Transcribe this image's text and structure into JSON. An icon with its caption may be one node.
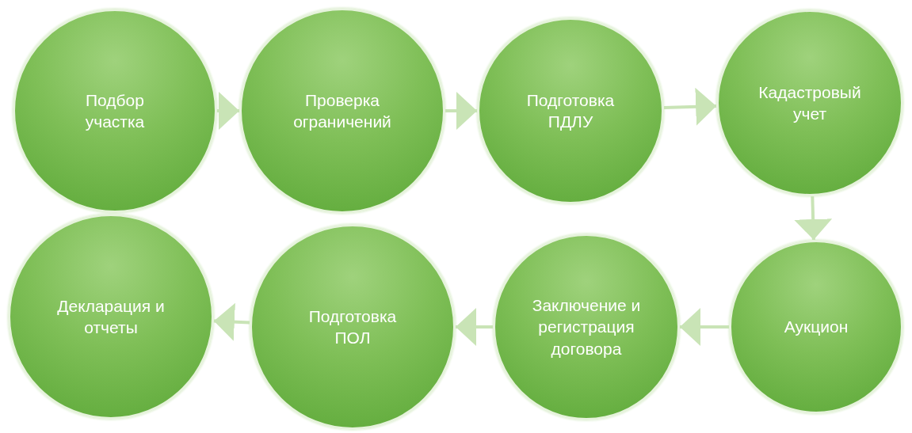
{
  "diagram": {
    "nodes": [
      {
        "text": [
          "Подбор участка"
        ]
      },
      {
        "text": [
          "Проверка ограничений"
        ]
      },
      {
        "text": [
          "Подготовка ПДЛУ"
        ]
      },
      {
        "text": [
          "Кадастровый учет"
        ]
      },
      {
        "text": [
          "Аукцион"
        ]
      },
      {
        "text": [
          "Заключение и регистрация договора"
        ]
      },
      {
        "text": [
          "Подготовка ПОЛ"
        ]
      },
      {
        "text": [
          "Декларация и отчеты"
        ]
      }
    ],
    "edges": [
      {
        "from": 0,
        "to": 1,
        "arrow": "to"
      },
      {
        "from": 1,
        "to": 2,
        "arrow": "to"
      },
      {
        "from": 2,
        "to": 3,
        "arrow": "to"
      },
      {
        "from": 3,
        "to": 4,
        "arrow": "to"
      },
      {
        "from": 4,
        "to": 5,
        "arrow": "to"
      },
      {
        "from": 5,
        "to": 6,
        "arrow": "to"
      },
      {
        "from": 6,
        "to": 7,
        "arrow": "to"
      }
    ]
  }
}
